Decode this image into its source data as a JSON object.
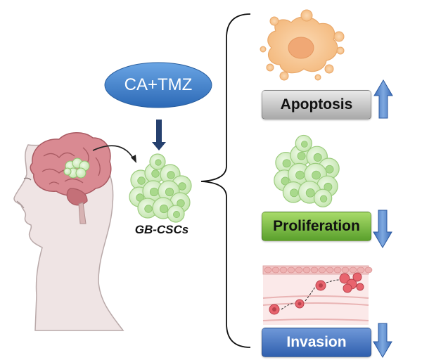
{
  "treatment": {
    "label": "CA+TMZ"
  },
  "cells": {
    "label": "GB-CSCs"
  },
  "outcomes": [
    {
      "label": "Apoptosis",
      "direction": "up",
      "color": "#b8b8b8"
    },
    {
      "label": "Proliferation",
      "direction": "down",
      "color": "#6fb33b"
    },
    {
      "label": "Invasion",
      "direction": "down",
      "color": "#3f6fc0"
    }
  ],
  "colors": {
    "brain": "#d98a92",
    "cell_fill": "#d8f0c6",
    "cell_stroke": "#9ccc7e",
    "apoptotic_cell": "#f6c28e",
    "arrow_blue": "#4a7fc9",
    "ellipse_blue": "#3d7fc9",
    "vessel_pink": "#f6d9d9",
    "tumor_cell": "#e8646e"
  },
  "icons": [
    "head-silhouette-icon",
    "brain-icon",
    "cell-cluster-icon",
    "apoptotic-cell-icon",
    "blood-vessel-icon",
    "up-arrow-icon",
    "down-arrow-icon"
  ]
}
